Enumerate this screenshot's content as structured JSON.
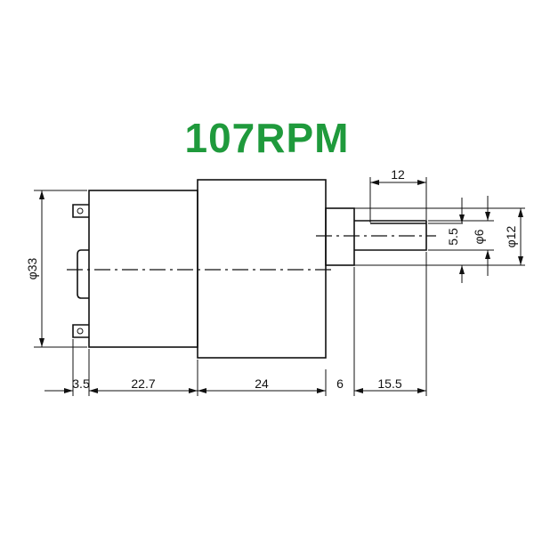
{
  "title": "107RPM",
  "title_color": "#1f9a3c",
  "dimensions": {
    "body_diameter": "φ33",
    "terminal_length": "3.5",
    "motor_length": "22.7",
    "gearbox_length": "24",
    "collar_length": "6",
    "shaft_length": "15.5",
    "flat_length": "12",
    "flat_depth": "5.5",
    "shaft_diameter": "φ6",
    "collar_diameter": "φ12"
  }
}
